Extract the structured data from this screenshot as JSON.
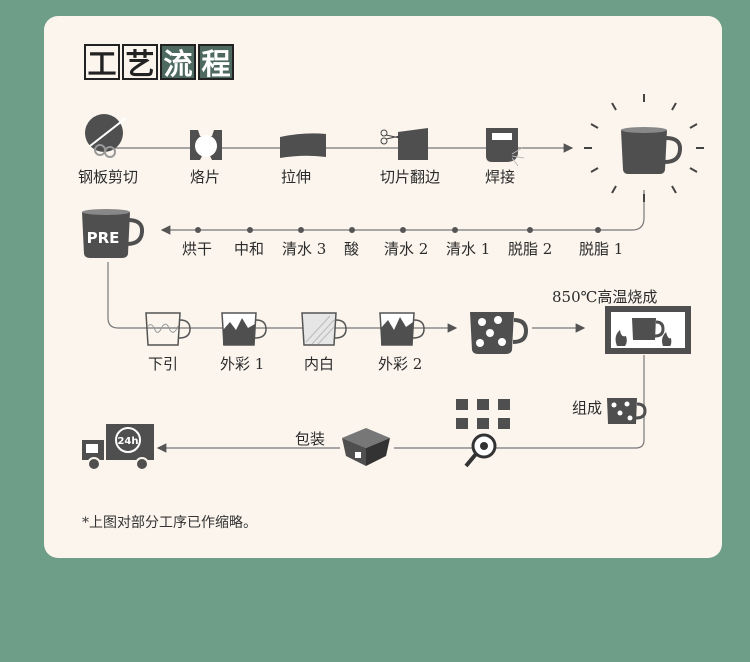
{
  "title": {
    "chars": [
      "工",
      "艺",
      "流",
      "程"
    ]
  },
  "row1": {
    "steps": [
      "钢板剪切",
      "烙片",
      "拉伸",
      "切片翻边",
      "焊接"
    ]
  },
  "row2": {
    "steps": [
      "烘干",
      "中和",
      "清水 3",
      "酸",
      "清水 2",
      "清水 1",
      "脱脂 2",
      "脱脂 1"
    ],
    "pre_label": "PRE"
  },
  "row3": {
    "steps": [
      "下引",
      "外彩 1",
      "内白",
      "外彩 2"
    ],
    "firing_label": "850℃高温烧成"
  },
  "row4": {
    "assemble_label": "组成",
    "pack_label": "包装",
    "truck_label": "24h"
  },
  "footnote": "*上图对部分工序已作缩略。",
  "colors": {
    "background": "#6e9e87",
    "card": "#fbf5ee",
    "icon_dark": "#4f4f4f",
    "accent": "#4e6a60"
  }
}
